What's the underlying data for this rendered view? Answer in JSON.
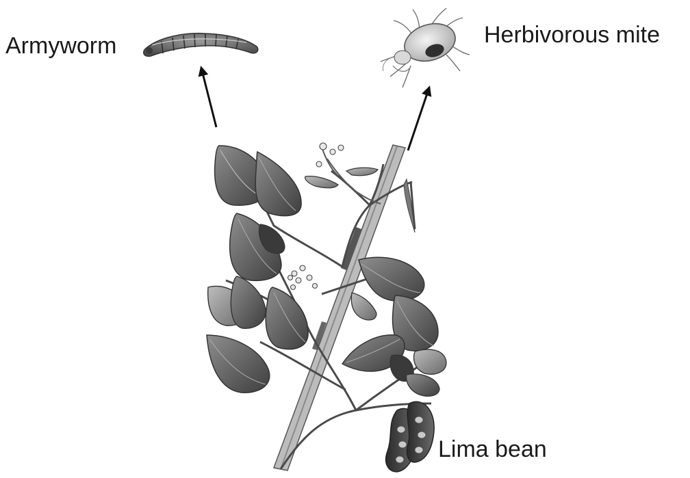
{
  "labels": {
    "armyworm": "Armyworm",
    "mite": "Herbivorous mite",
    "bean": "Lima bean"
  }
}
